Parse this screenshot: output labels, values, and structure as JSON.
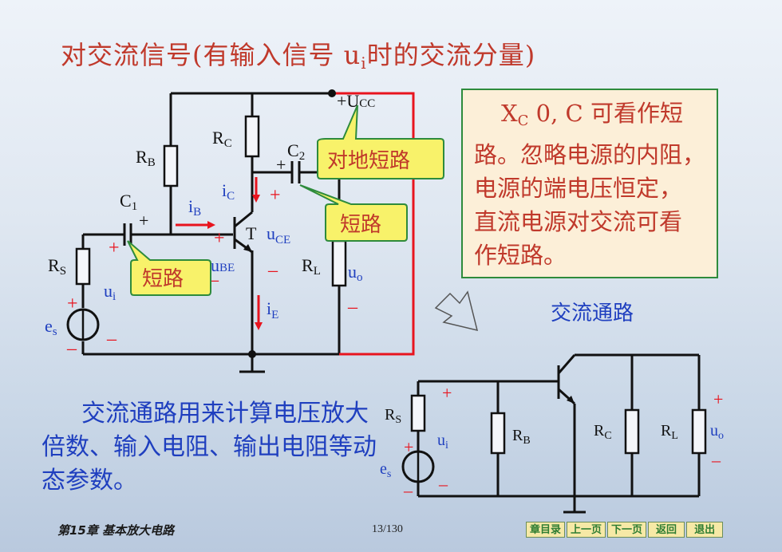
{
  "title": {
    "main": "对交流信号(有输入信号 u",
    "sub": "i",
    "rest": "时的交流分量)"
  },
  "circuit1": {
    "labels": {
      "ucc": "+U",
      "ucc_sub": "CC",
      "rc": "R",
      "rc_sub": "C",
      "rb": "R",
      "rb_sub": "B",
      "c1": "C",
      "c1_sub": "1",
      "c2": "C",
      "c2_sub": "2",
      "ic": "i",
      "ic_sub": "C",
      "ib": "i",
      "ib_sub": "B",
      "ie": "i",
      "ie_sub": "E",
      "t": "T",
      "uce": "u",
      "uce_sub": "CE",
      "ube": "u",
      "ube_sub": "BE",
      "rs": "R",
      "rs_sub": "S",
      "ui": "u",
      "ui_sub": "i",
      "es": "e",
      "es_sub": "s",
      "rl": "R",
      "rl_sub": "L",
      "uo": "u",
      "uo_sub": "o",
      "plus": "+",
      "minus": "–"
    },
    "callouts": {
      "ground_short": "对地短路",
      "short_c2": "短路",
      "short_c1": "短路"
    }
  },
  "note": {
    "xc": "X",
    "xc_sub": "C",
    "line1_rest": "    0, C 可看作短 路。忽略电源的内阻， 电源的端电压恒定，     直流电源对交流可看 作短路。"
  },
  "caption": "交流通路",
  "body_text": "交流通路用来计算电压放大倍数、输入电阻、输出电阻等动态参数。",
  "circuit2": {
    "labels": {
      "rs": "R",
      "rs_sub": "S",
      "ui": "u",
      "ui_sub": "i",
      "es": "e",
      "es_sub": "s",
      "rb": "R",
      "rb_sub": "B",
      "rc": "R",
      "rc_sub": "C",
      "rl": "R",
      "rl_sub": "L",
      "uo": "u",
      "uo_sub": "o",
      "plus": "+",
      "minus": "–"
    }
  },
  "footer": {
    "chapter": "第15章 基本放大电路",
    "page": "13/130",
    "nav": [
      "章目录",
      "上一页",
      "下一页",
      "返回",
      "退出"
    ]
  },
  "colors": {
    "title": "#c0392b",
    "blue_text": "#1f3fbf",
    "callout_bg": "#f8f26a",
    "callout_border": "#2e8b3c",
    "note_bg": "#fcefd8",
    "wire": "#111111",
    "red_wire": "#e8141e"
  }
}
